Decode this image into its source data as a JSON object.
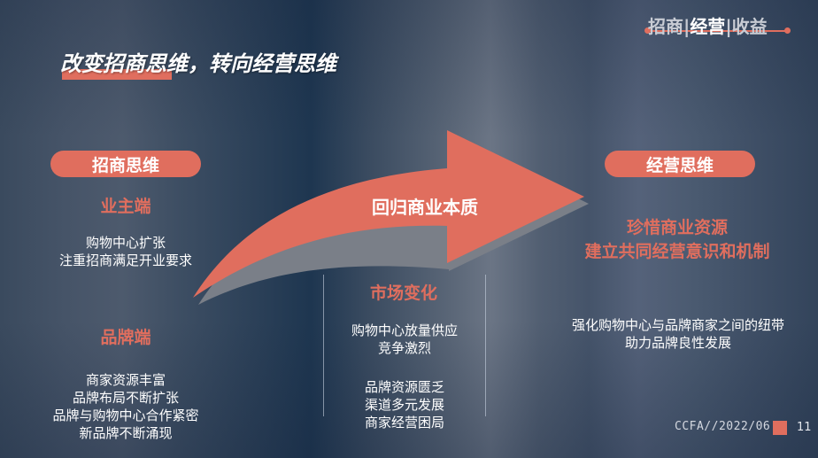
{
  "header": {
    "tag_left": "招商",
    "tag_mid": "经营",
    "tag_right": "收益",
    "tag_separator": "|",
    "title": "改变招商思维，转向经营思维"
  },
  "left": {
    "pill": "招商思维",
    "owner": {
      "heading": "业主端",
      "lines": [
        "购物中心扩张",
        "注重招商满足开业要求"
      ]
    },
    "brand": {
      "heading": "品牌端",
      "lines": [
        "商家资源丰富",
        "品牌布局不断扩张",
        "品牌与购物中心合作紧密",
        "新品牌不断涌现"
      ]
    }
  },
  "arrow": {
    "label": "回归商业本质",
    "color": "#e06e5e"
  },
  "middle": {
    "heading": "市场变化",
    "group1": [
      "购物中心放量供应",
      "竞争激烈"
    ],
    "group2": [
      "品牌资源匮乏",
      "渠道多元发展",
      "商家经营困局"
    ]
  },
  "right": {
    "pill": "经营思维",
    "highlight": [
      "珍惜商业资源",
      "建立共同经营意识和机制"
    ],
    "lines": [
      "强化购物中心与品牌商家之间的纽带",
      "助力品牌良性发展"
    ]
  },
  "footer": {
    "source": "CCFA//2022/06",
    "page": "11"
  },
  "colors": {
    "accent": "#e06e5e",
    "text": "#ffffff",
    "background": "#3d4d62"
  }
}
